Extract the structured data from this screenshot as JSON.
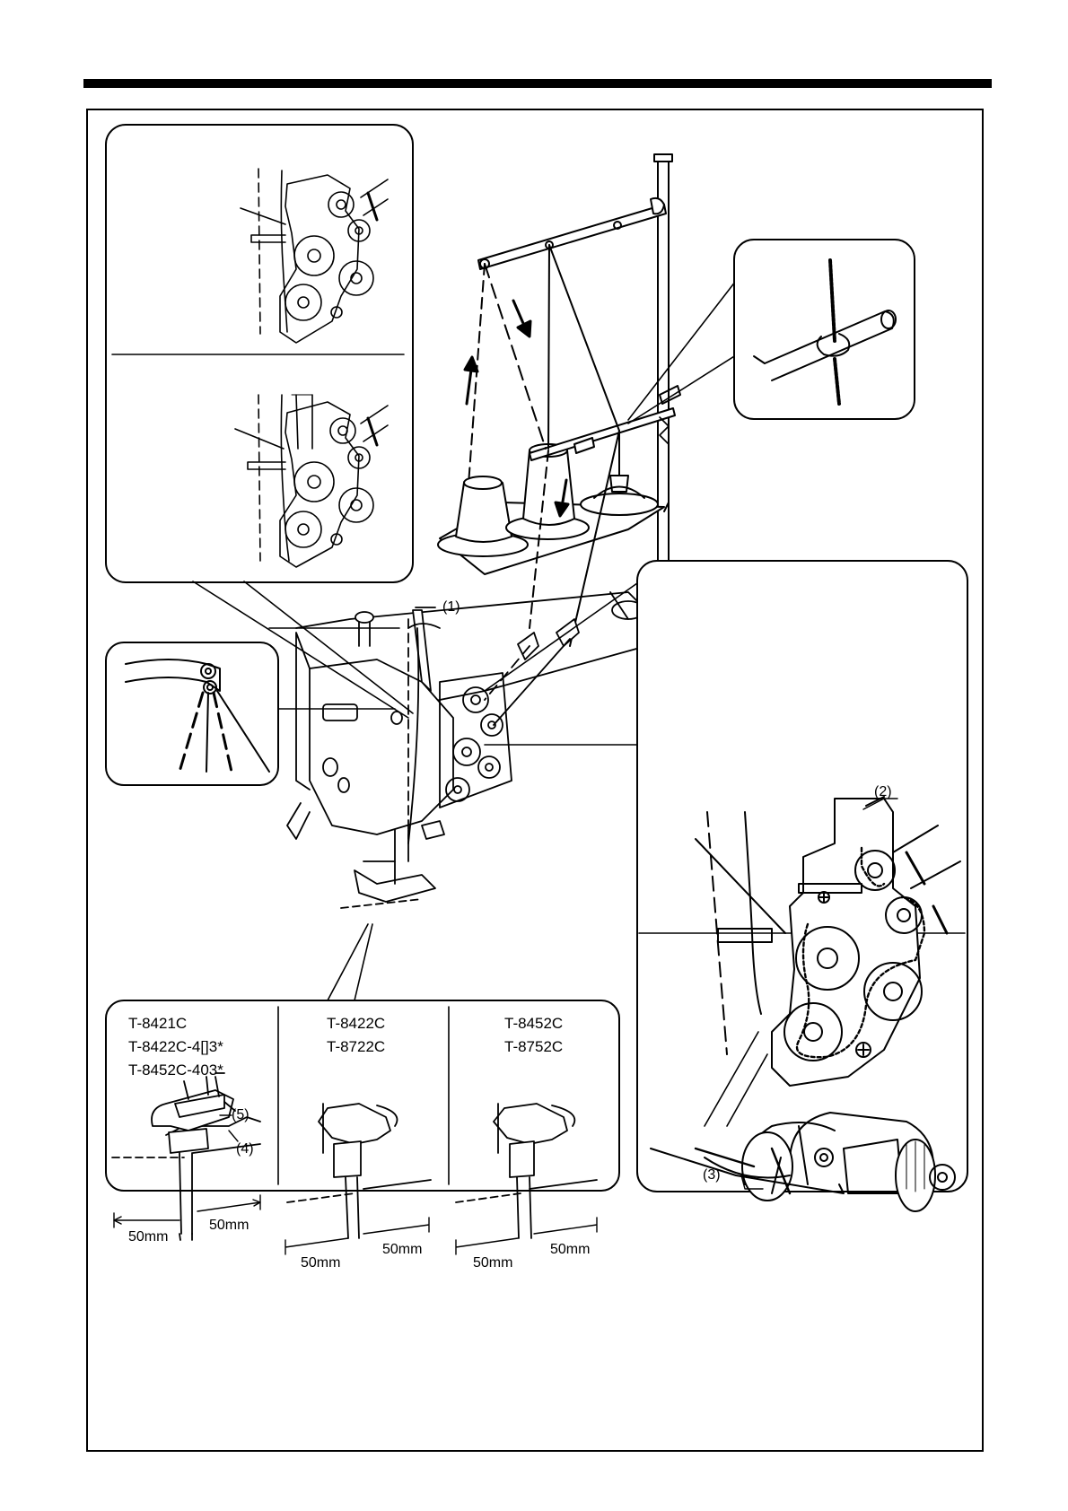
{
  "callouts": {
    "c1": "(1)",
    "c2": "(2)",
    "c3": "(3)",
    "c4": "(4)",
    "c5": "(5)"
  },
  "needle_panels": [
    {
      "models": [
        "T-8421C",
        "T-8422C-4[]3*",
        "T-8452C-403*"
      ],
      "left_dim": "50mm",
      "right_dim": "50mm"
    },
    {
      "models": [
        "T-8422C",
        "T-8722C"
      ],
      "left_dim": "50mm",
      "right_dim": "50mm"
    },
    {
      "models": [
        "T-8452C",
        "T-8752C"
      ],
      "left_dim": "50mm",
      "right_dim": "50mm"
    }
  ],
  "colors": {
    "line": "#000000",
    "background": "#ffffff"
  }
}
